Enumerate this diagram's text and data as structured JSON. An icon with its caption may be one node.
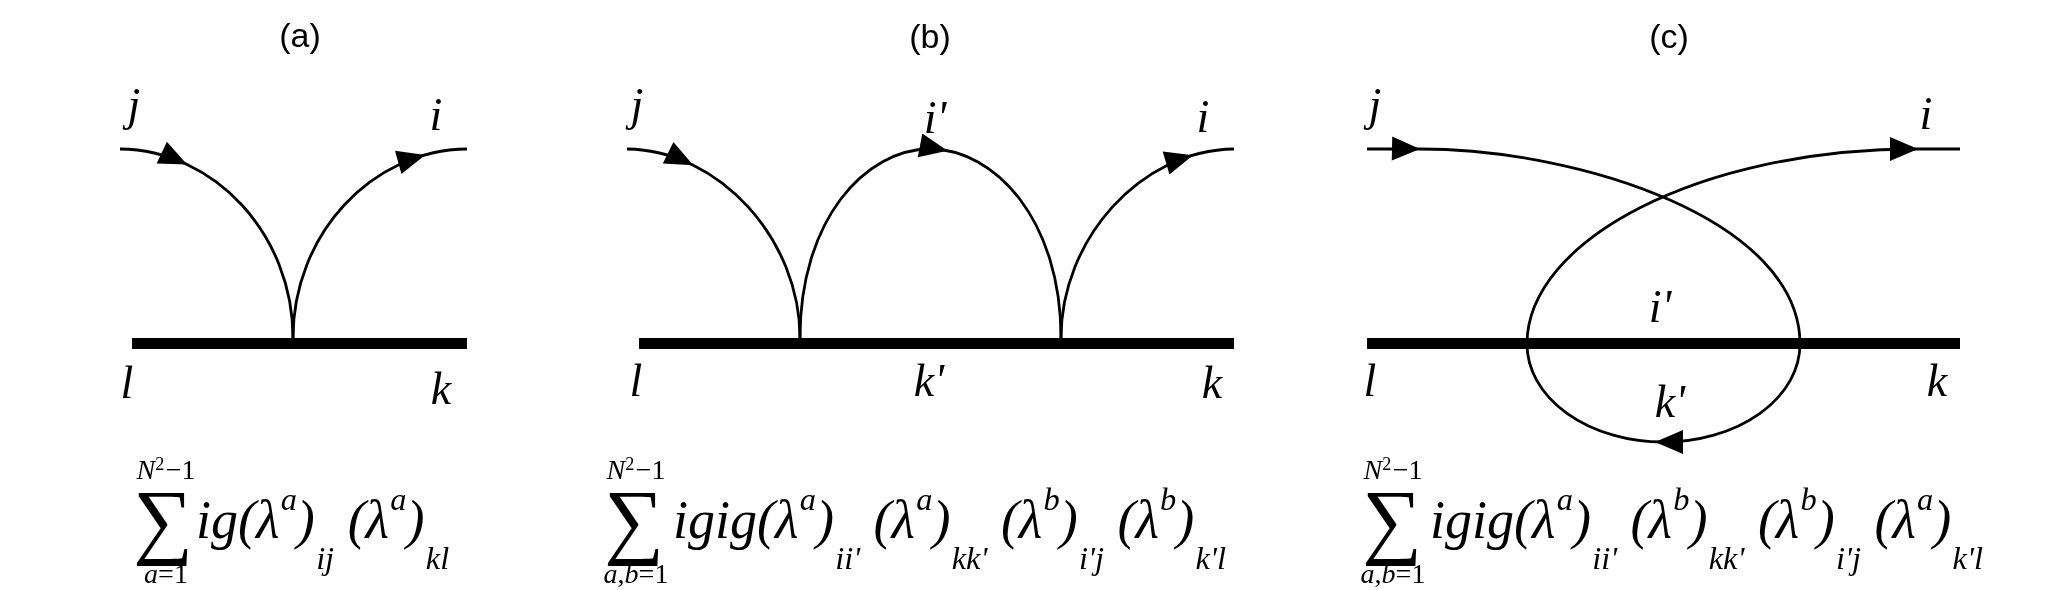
{
  "diagram": {
    "labels": [
      "(a)",
      "j",
      "i",
      "l",
      "k",
      "*N*$^{2}$−1",
      "∑",
      "*a*=1",
      "ig(λ$^{a}$)$_{ij}$ (λ$^{a}$)$_{kl}$",
      "(b)",
      "j",
      "i'",
      "i",
      "l",
      "k'",
      "k",
      "*N*$^{2}$−1",
      "∑",
      "*a*,*b*=1",
      "igig(λ$^{a}$)$_{ii'}$ (λ$^{a}$)$_{kk'}$ (λ$^{b}$)$_{i'j}$ (λ$^{b}$)$_{k'l}$",
      "(c)",
      "j",
      "i",
      "i'",
      "l",
      "k",
      "k'",
      "*N*$^{2}$−1",
      "∑",
      "*a*,*b*=1",
      "igig(λ$^{a}$)$_{ii'}$ (λ$^{b}$)$_{kk'}$ (λ$^{b}$)$_{i'j}$ (λ$^{a}$)$_{k'l}$"
    ]
  }
}
